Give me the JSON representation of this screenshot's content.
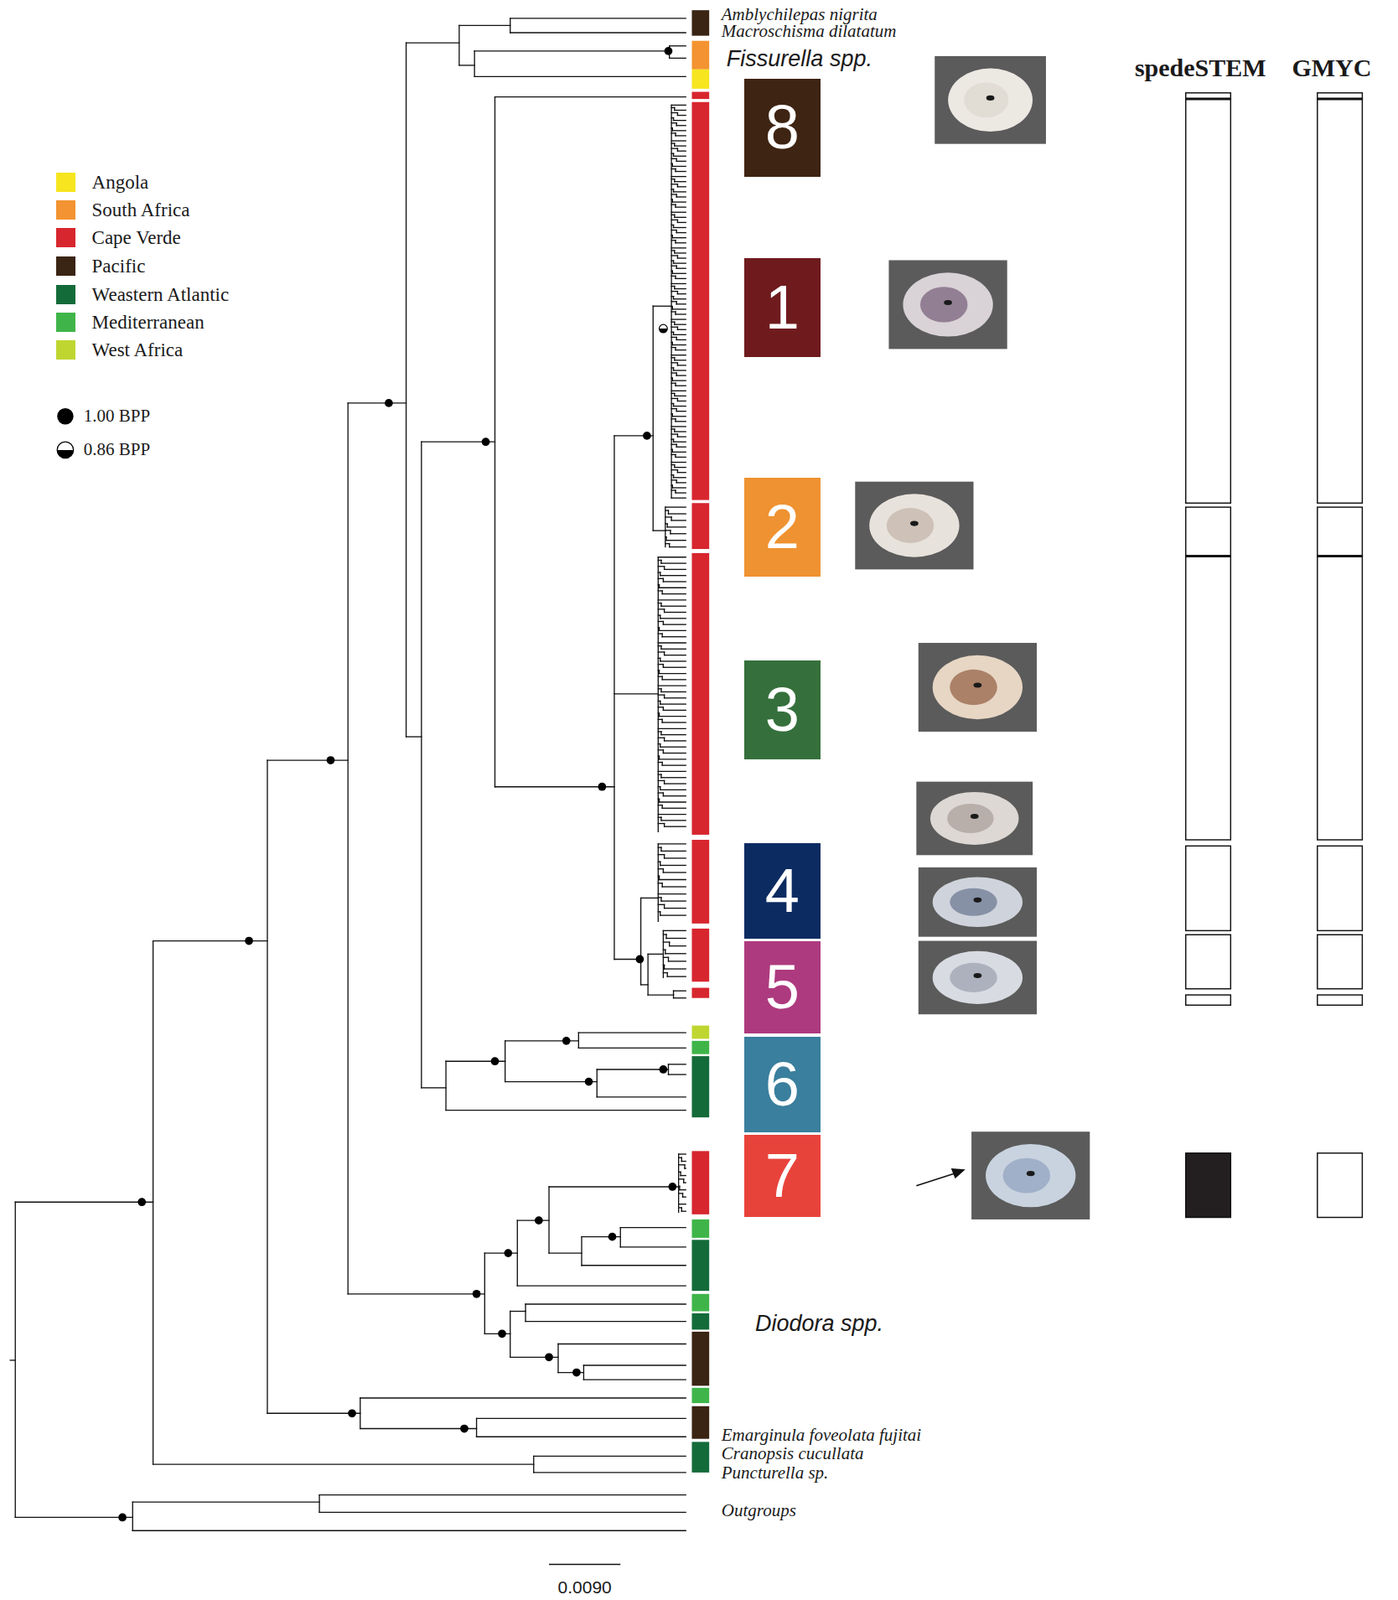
{
  "diagram": {
    "nodes": [
      {
        "text": [
          "8"
        ]
      },
      {
        "text": [
          "1"
        ]
      },
      {
        "text": [
          "2"
        ]
      },
      {
        "text": [
          "3"
        ]
      },
      {
        "text": [
          "4"
        ]
      },
      {
        "text": [
          "5"
        ]
      },
      {
        "text": [
          "6"
        ]
      },
      {
        "text": [
          "7"
        ]
      }
    ],
    "labels": [
      "Amblychilepas nigrita",
      "Macroschisma dilatatum",
      "Fissurella spp.",
      "spedeSTEM",
      "GMYC",
      "Diodora spp.",
      "Emarginula foveolata fujitai",
      "Cranopsis cucullata",
      "Puncturella sp.",
      "Outgroups",
      "0.0090"
    ],
    "legend": [
      {
        "text": "Angola",
        "color": "#f6e51f"
      },
      {
        "text": "South Africa",
        "color": "#f39331"
      },
      {
        "text": "Cape Verde",
        "color": "#d7262e"
      },
      {
        "text": "Pacific",
        "color": "#3a2413"
      },
      {
        "text": "Weastern Atlantic",
        "color": "#146b3a"
      },
      {
        "text": "Mediterranean",
        "color": "#3fb549"
      },
      {
        "text": "West Africa",
        "color": "#bfd630"
      },
      {
        "text": "1.00 BPP"
      },
      {
        "text": "0.86 BPP"
      }
    ]
  }
}
